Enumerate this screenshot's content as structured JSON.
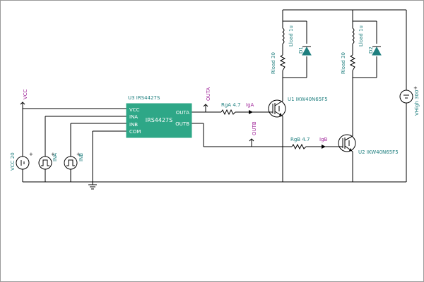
{
  "colors": {
    "wire": "#000000",
    "component_label": "#1f7f7f",
    "net_label": "#a0259a",
    "ic_fill": "#2ea787",
    "ic_text": "#ffffff",
    "diode_fill": "#1f7f7f",
    "frame": "#9a9a9a"
  },
  "ic": {
    "ref": "U3 IRS4427S",
    "body_text": "IRS4427S",
    "pins_left": [
      "VCC",
      "INA",
      "INB",
      "COM"
    ],
    "pins_right": [
      "OUTA",
      "OUTB"
    ]
  },
  "sources": {
    "vcc": {
      "label": "VCC 20"
    },
    "ina": {
      "label": "INA"
    },
    "inb": {
      "label": "INB"
    },
    "vhigh": {
      "label": "VHigh 300"
    }
  },
  "resistors": {
    "rga": {
      "label": "RgA 4.7"
    },
    "rgb": {
      "label": "RgB 4.7"
    },
    "rload1": {
      "label": "Rload 30"
    },
    "rload2": {
      "label": "Rload 30"
    }
  },
  "inductors": {
    "lload1": {
      "label": "Lload 1u"
    },
    "lload2": {
      "label": "Lload 1u"
    }
  },
  "diodes": {
    "d1": {
      "label": "D1"
    },
    "d2": {
      "label": "D2"
    }
  },
  "transistors": {
    "u1": {
      "label": "U1 IKW40N65F5"
    },
    "u2": {
      "label": "U2 IKW40N65F5"
    }
  },
  "probes": {
    "iga": {
      "label": "IgA"
    },
    "igb": {
      "label": "IgB"
    }
  },
  "net_labels": {
    "vcc": "VCC",
    "outa": "OUTA",
    "outb": "OUTB"
  },
  "symbols": {
    "plus": "+",
    "ground": "ground-symbol"
  }
}
